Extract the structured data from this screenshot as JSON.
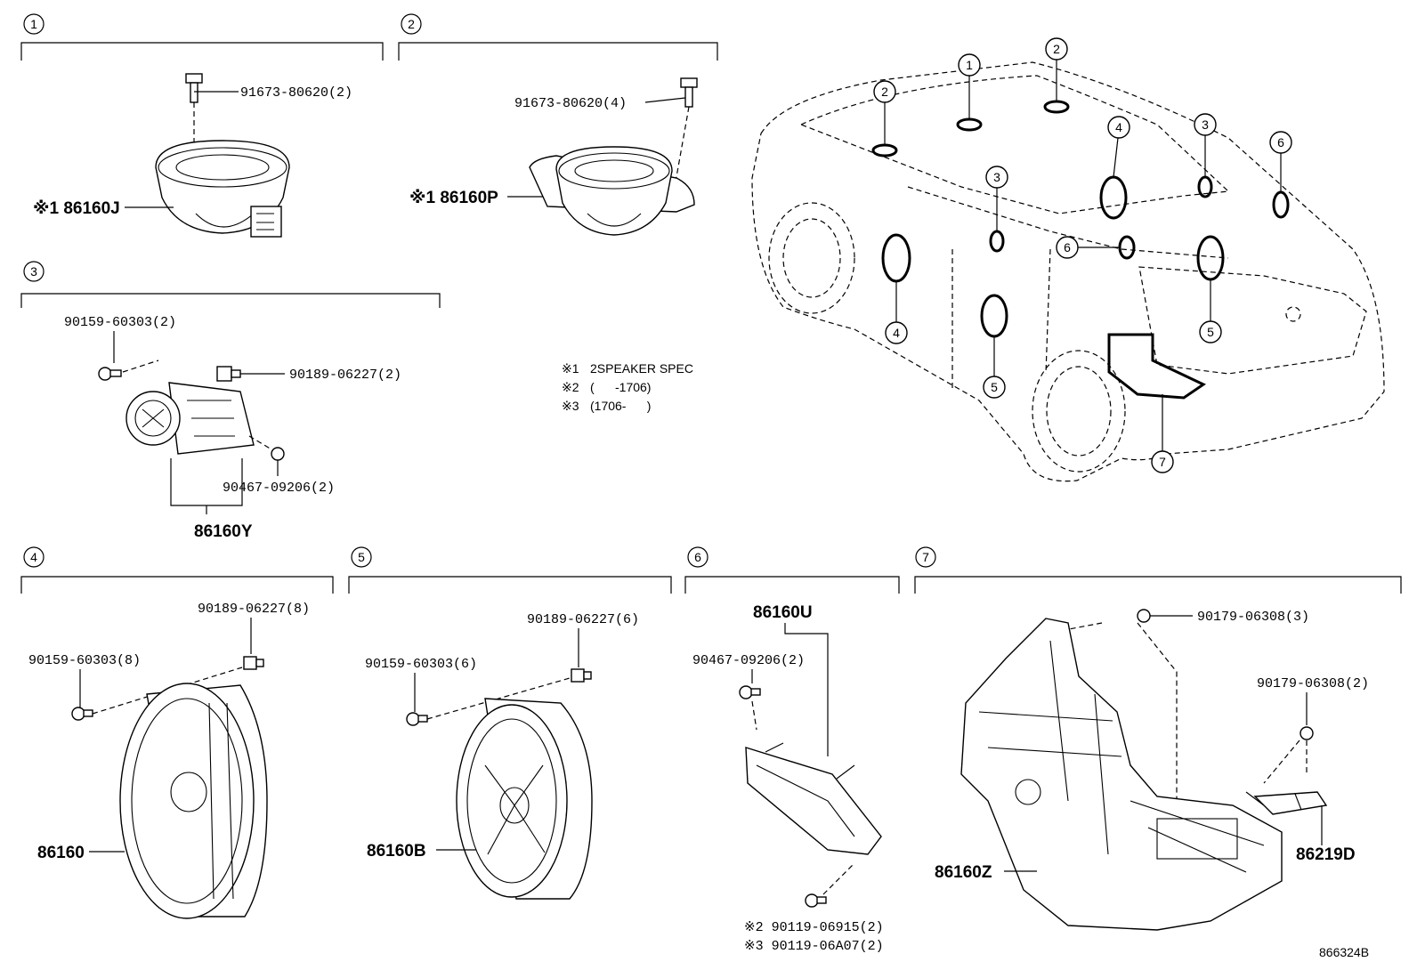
{
  "diagram_id": "866324B",
  "notes": [
    {
      "mark": "※1",
      "text": "2SPEAKER SPEC"
    },
    {
      "mark": "※2",
      "text": "(      -1706)"
    },
    {
      "mark": "※3",
      "text": "(1706-      )"
    }
  ],
  "sections": [
    {
      "num": "1",
      "part": "※1 86160J",
      "fastener": "91673-80620(2)"
    },
    {
      "num": "2",
      "part": "※1 86160P",
      "fastener": "91673-80620(4)"
    },
    {
      "num": "3",
      "part": "86160Y",
      "fasteners": [
        "90159-60303(2)",
        "90189-06227(2)",
        "90467-09206(2)"
      ]
    },
    {
      "num": "4",
      "part": "86160",
      "fasteners": [
        "90189-06227(8)",
        "90159-60303(8)"
      ]
    },
    {
      "num": "5",
      "part": "86160B",
      "fasteners": [
        "90189-06227(6)",
        "90159-60303(6)"
      ]
    },
    {
      "num": "6",
      "part": "86160U",
      "fasteners": [
        "90467-09206(2)",
        "※2 90119-06915(2)",
        "※3 90119-06A07(2)"
      ]
    },
    {
      "num": "7",
      "part": "86160Z",
      "part2": "86219D",
      "fasteners": [
        "90179-06308(3)",
        "90179-06308(2)"
      ]
    }
  ],
  "vehicle_callouts": [
    "1",
    "2",
    "2",
    "3",
    "3",
    "4",
    "4",
    "5",
    "5",
    "6",
    "6",
    "7"
  ]
}
